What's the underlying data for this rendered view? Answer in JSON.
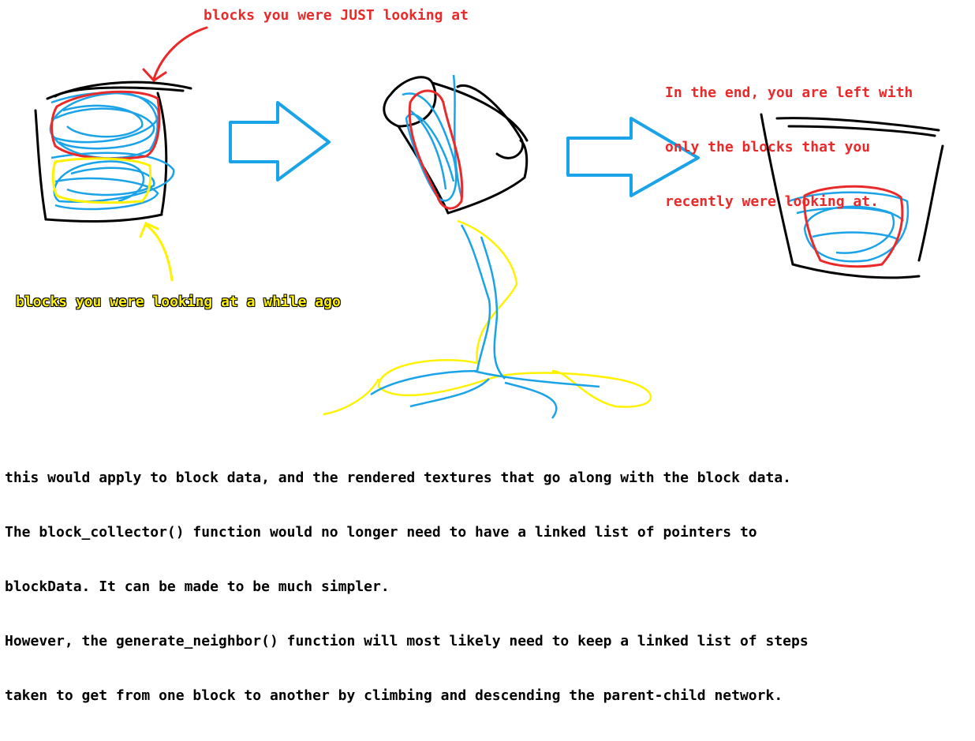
{
  "labels": {
    "top": "blocks you were JUST looking at",
    "old": "blocks you were looking at a while ago",
    "end": [
      "In the end, you are left with",
      "only the blocks that you",
      "recently were looking at."
    ]
  },
  "body": [
    "this would apply to block data, and the rendered textures that go along with the block data.",
    "The block_collector() function would no longer need to have a linked list of pointers to",
    "blockData. It can be made to be much simpler.",
    "However, the generate_neighbor() function will most likely need to keep a linked list of steps",
    "taken to get from one block to another by climbing and descending the parent-child network."
  ],
  "colors": {
    "red": "#ea2a2a",
    "blue": "#1aa3e8",
    "yellow": "#fff200",
    "black": "#000000"
  }
}
